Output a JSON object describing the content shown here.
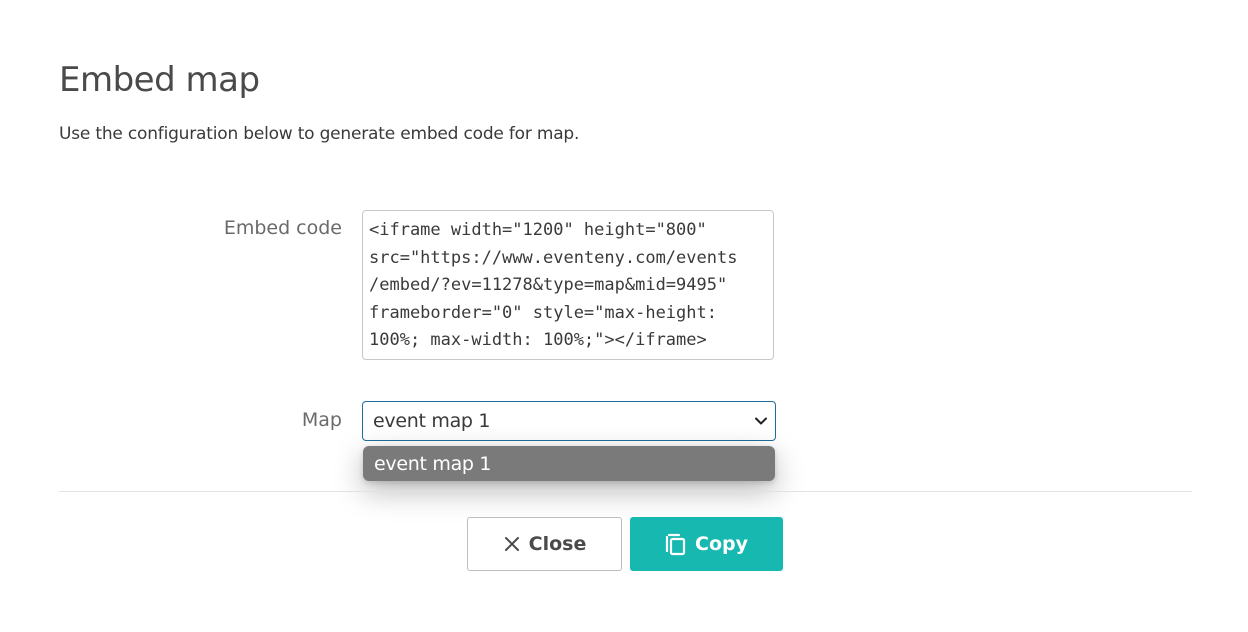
{
  "dialog": {
    "title": "Embed map",
    "subtitle": "Use the configuration below to generate embed code for map."
  },
  "embed_code": {
    "label": "Embed code",
    "value": "<iframe width=\"1200\" height=\"800\"\nsrc=\"https://www.eventeny.com/events\n/embed/?ev=11278&type=map&mid=9495\"\nframeborder=\"0\" style=\"max-height:\n100%; max-width: 100%;\"></iframe>"
  },
  "map": {
    "label": "Map",
    "selected": "event map 1",
    "options": [
      "event map 1"
    ]
  },
  "buttons": {
    "close_label": "Close",
    "copy_label": "Copy"
  },
  "icons": {
    "close": "close-icon",
    "copy": "copy-icon",
    "dropdown": "chevron-down-icon"
  },
  "colors": {
    "accent": "#17b8b0",
    "select_border": "#1f6f9a",
    "dropdown_highlight": "#7a7a7a"
  }
}
